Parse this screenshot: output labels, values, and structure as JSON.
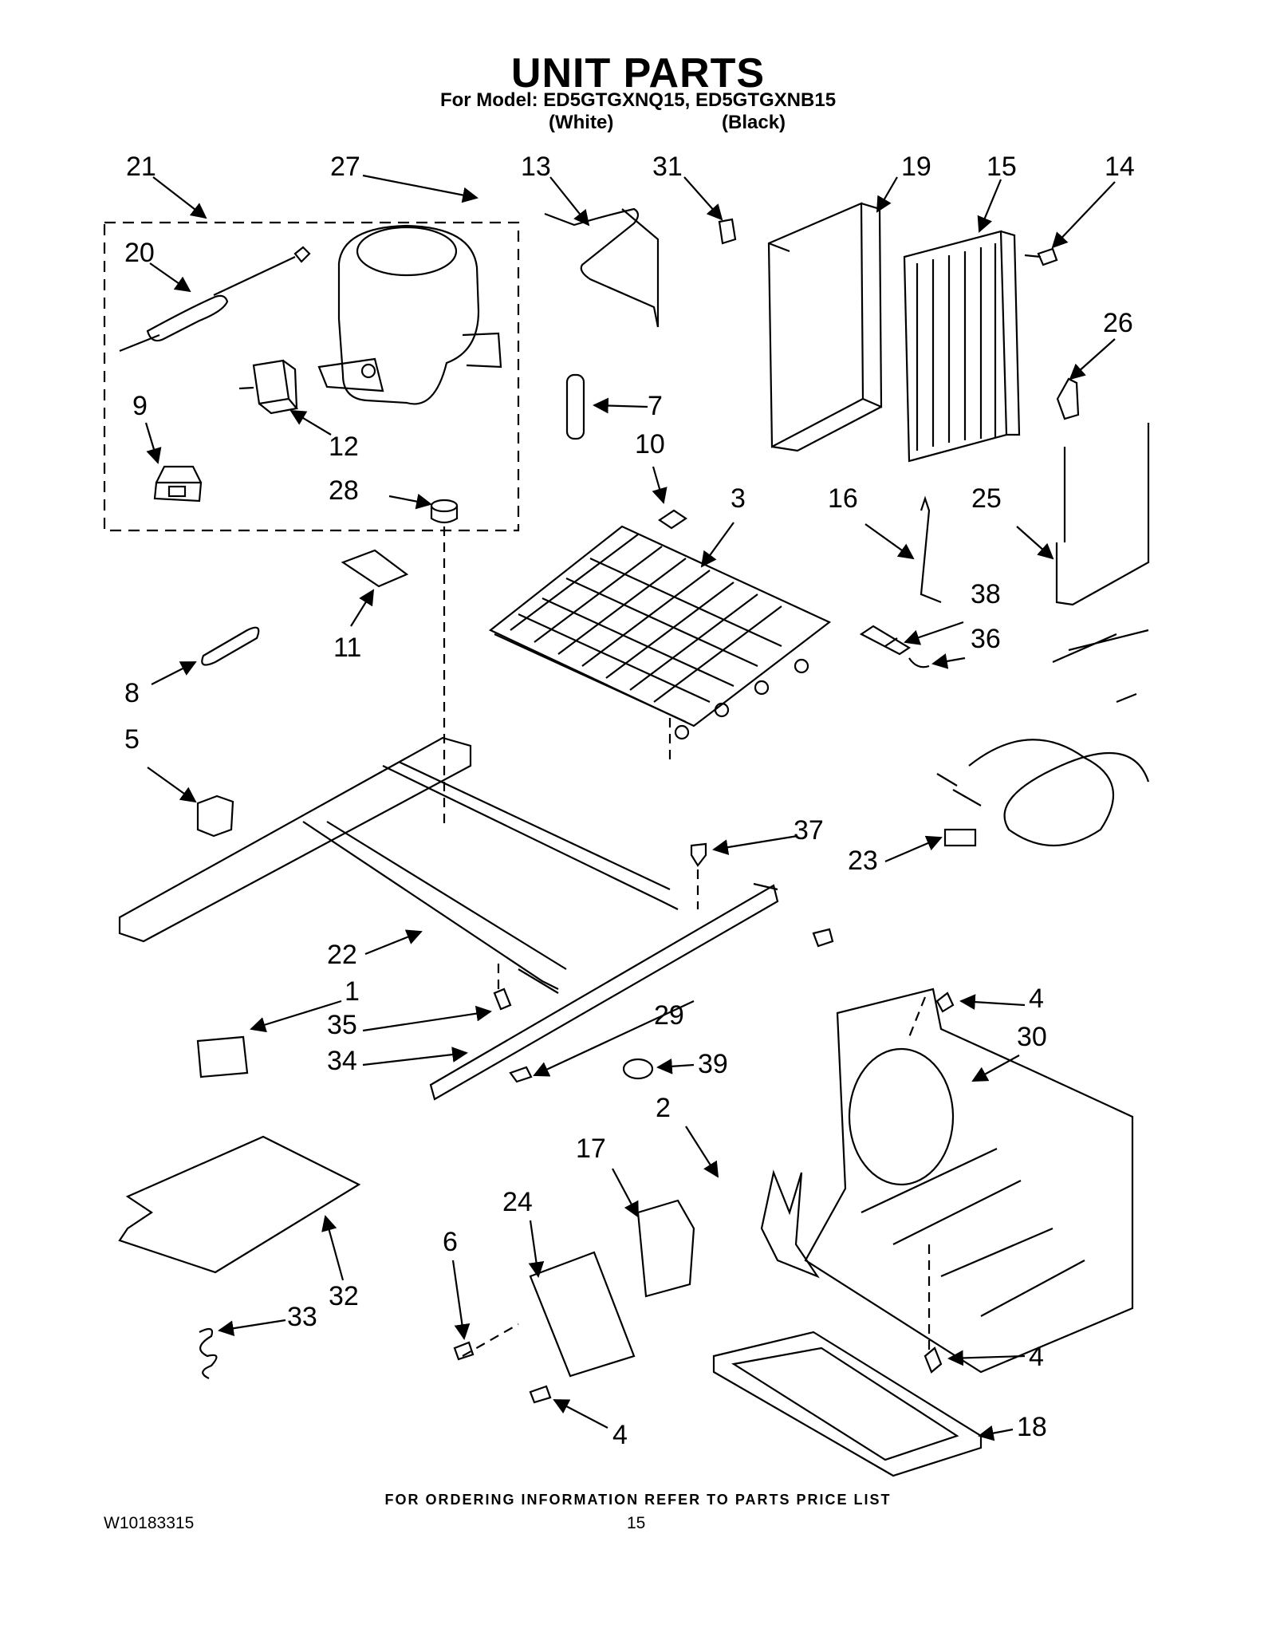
{
  "header": {
    "title": "UNIT PARTS",
    "model_line": "For Model: ED5GTGXNQ15, ED5GTGXNB15",
    "variant_white": "(White)",
    "variant_black": "(Black)"
  },
  "callouts": {
    "c21": "21",
    "c27": "27",
    "c13": "13",
    "c31": "31",
    "c19": "19",
    "c15": "15",
    "c14": "14",
    "c20": "20",
    "c26": "26",
    "c9": "9",
    "c12": "12",
    "c7": "7",
    "c10": "10",
    "c28": "28",
    "c3": "3",
    "c16": "16",
    "c25": "25",
    "c38": "38",
    "c36": "36",
    "c11": "11",
    "c8": "8",
    "c5": "5",
    "c37": "37",
    "c23": "23",
    "c22": "22",
    "c1": "1",
    "c35": "35",
    "c29": "29",
    "c4a": "4",
    "c30": "30",
    "c34": "34",
    "c39": "39",
    "c2": "2",
    "c17": "17",
    "c24": "24",
    "c6": "6",
    "c32": "32",
    "c33": "33",
    "c4b": "4",
    "c18": "18",
    "c4c": "4"
  },
  "footer": {
    "ordering_note": "FOR ORDERING INFORMATION REFER TO PARTS PRICE LIST",
    "doc_number": "W10183315",
    "page_number": "15"
  }
}
